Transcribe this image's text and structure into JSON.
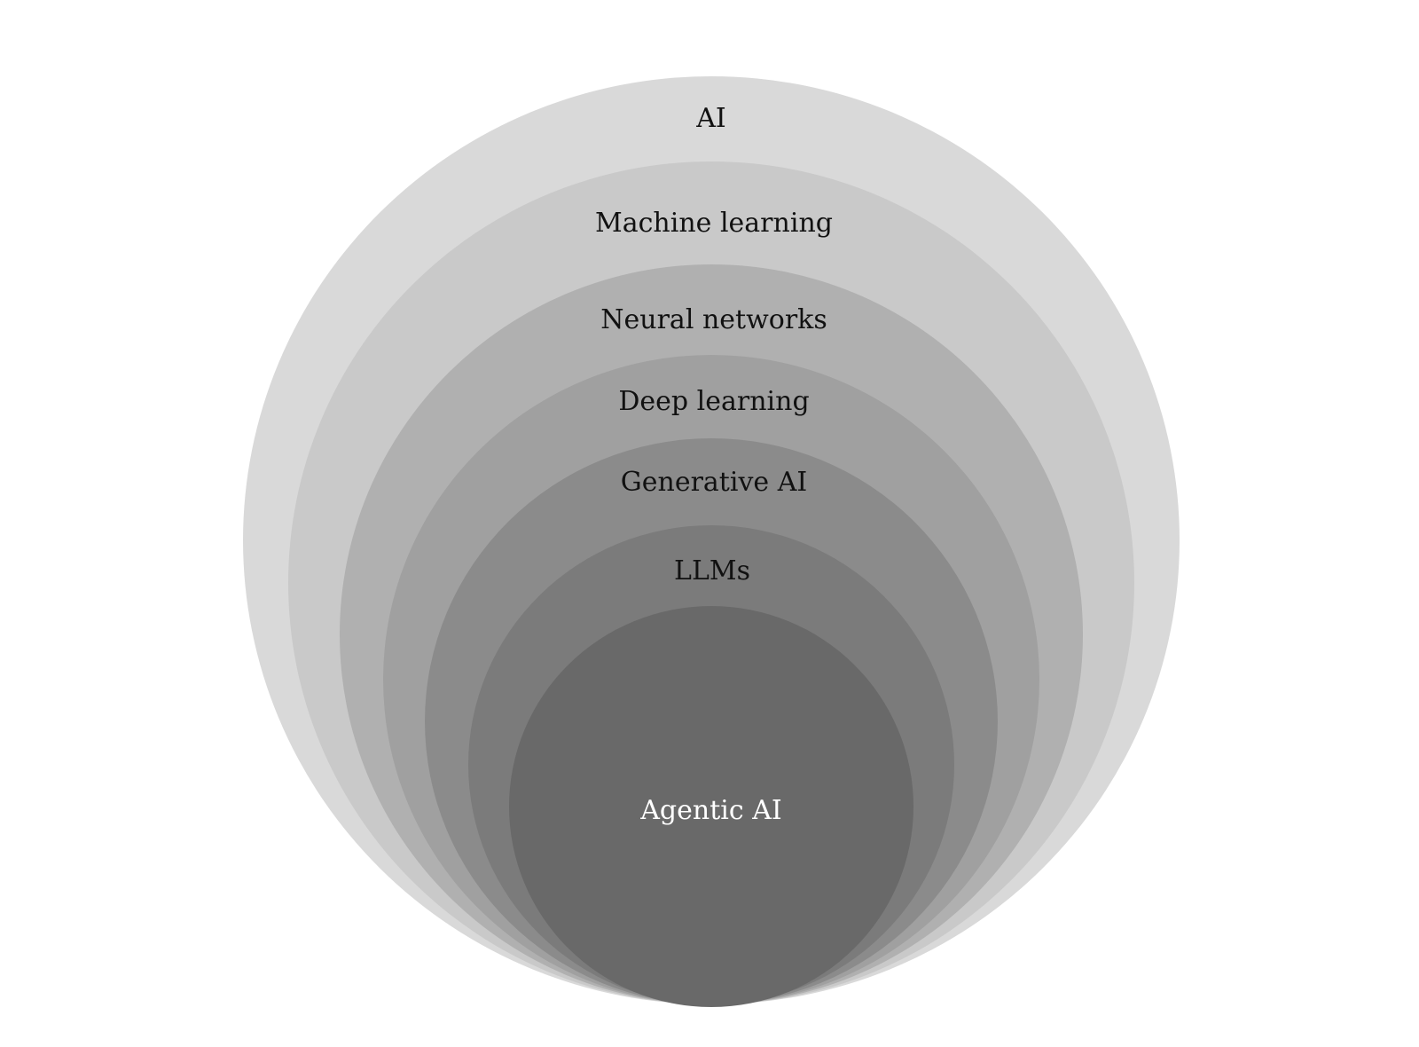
{
  "diagram": {
    "layers": [
      {
        "label": "AI",
        "fill": "#d9d9d9",
        "text_color": "#111111"
      },
      {
        "label": "Machine learning",
        "fill": "#c9c9c9",
        "text_color": "#111111"
      },
      {
        "label": "Neural networks",
        "fill": "#b0b0b0",
        "text_color": "#111111"
      },
      {
        "label": "Deep learning",
        "fill": "#a0a0a0",
        "text_color": "#111111"
      },
      {
        "label": "Generative AI",
        "fill": "#8b8b8b",
        "text_color": "#111111"
      },
      {
        "label": "LLMs",
        "fill": "#7b7b7b",
        "text_color": "#111111"
      },
      {
        "label": "Agentic AI",
        "fill": "#696969",
        "text_color": "#ffffff"
      }
    ]
  }
}
